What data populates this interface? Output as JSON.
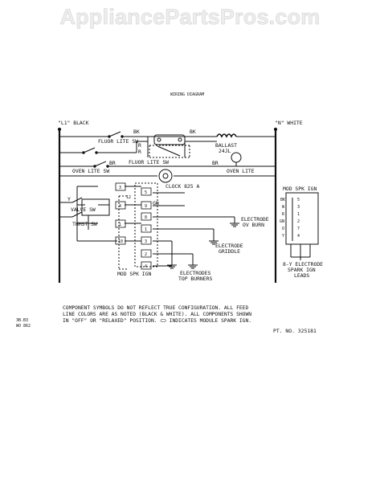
{
  "watermark": "AppliancePartsPros.com",
  "title": "WIRING DIAGRAM",
  "labels": {
    "l1_black": "\"L1\" BLACK",
    "n_white": "\"N\" WHITE",
    "bk1": "BK",
    "bk2": "BK",
    "fluor_lite_sw_1": "FLUOR LITE SW",
    "fluor_lite_sw_2": "FLUOR LITE SW",
    "ballast": "BALLAST",
    "ballast_code": "24JL",
    "r1": "R",
    "r2": "R",
    "br1": "BR",
    "br2": "BR",
    "oven_lite_sw": "OVEN LITE SW",
    "oven_lite": "OVEN LITE",
    "clock": "CLOCK 825 A",
    "valve_sw": "VALVE SW",
    "thmst_sw": "THMST SW",
    "y": "Y",
    "electrode_ov_burn_1": "ELECTRODE",
    "electrode_ov_burn_2": "OV BURN",
    "electrode_griddle_1": "ELECTRODE",
    "electrode_griddle_2": "GRIDDLE",
    "mod_spk_ign_1": "MOD SPK IGN",
    "electrodes_top_1": "ELECTRODES",
    "electrodes_top_2": "TOP BURNERS",
    "mod_spk_ign_2": "MOD SPK IGN",
    "leads_1": "8-Y ELECTRODE",
    "leads_2": "SPARK IGN",
    "leads_3": "LEADS",
    "gn_tl": "GN",
    "side_note_1": "3B.B3",
    "side_note_2": "WO 862",
    "part_no": "PT. NO. 325181"
  },
  "module_pins": [
    "5",
    "9",
    "8",
    "1",
    "3",
    "2",
    "4"
  ],
  "switch_pins": [
    "3",
    "4",
    "1",
    "10",
    "12"
  ],
  "connector_leads": [
    "BK",
    "W",
    "R",
    "GN",
    "O",
    "Y"
  ],
  "connector_pins": [
    "5",
    "3",
    "1",
    "2",
    "7",
    "4"
  ],
  "notes": [
    "COMPONENT SYMBOLS DO NOT REFLECT TRUE CONFIGURATION. ALL FEED",
    "LINE COLORS ARE AS NOTED (BLACK & WHITE). ALL COMPONENTS SHOWN",
    "IN \"OFF\" OR \"RELAXED\" POSITION.  ⊂⊃ INDICATES MODULE SPARK IGN."
  ]
}
